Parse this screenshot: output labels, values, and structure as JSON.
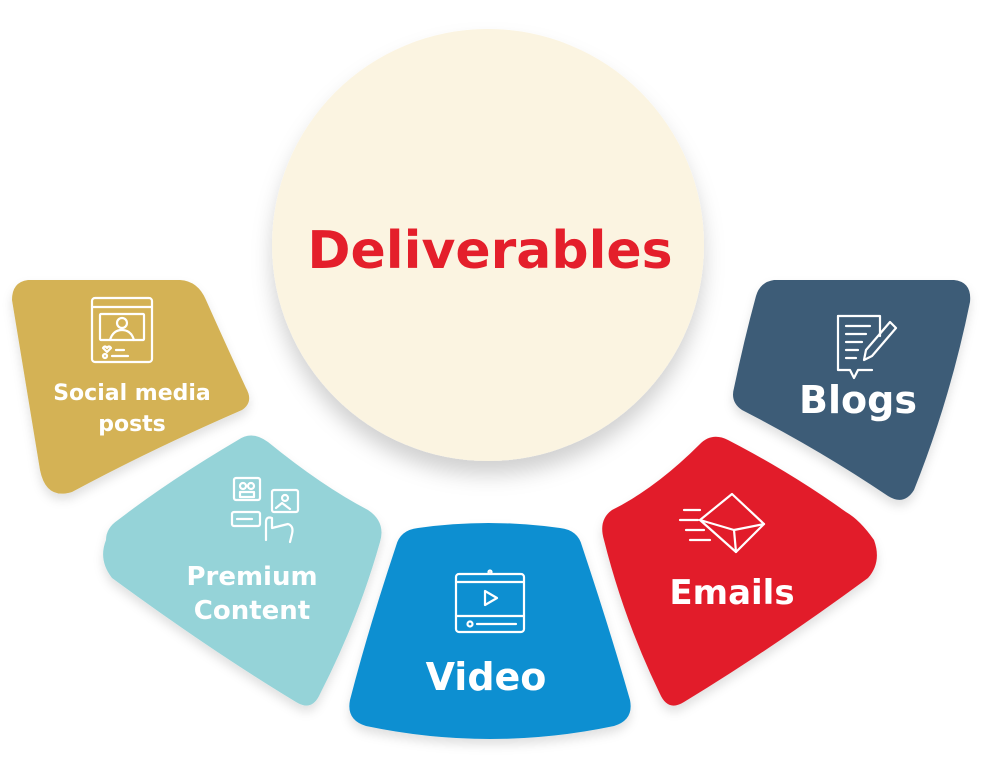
{
  "center": {
    "title": "Deliverables"
  },
  "segments": {
    "social": {
      "label_line1": "Social media",
      "label_line2": "posts",
      "icon": "social-post-icon",
      "color": "#d4b254"
    },
    "premium": {
      "label_line1": "Premium",
      "label_line2": "Content",
      "icon": "premium-content-icon",
      "color": "#95d3d8"
    },
    "video": {
      "label": "Video",
      "icon": "video-player-icon",
      "color": "#0d8fd1"
    },
    "emails": {
      "label": "Emails",
      "icon": "email-envelope-icon",
      "color": "#e21d2b"
    },
    "blogs": {
      "label": "Blogs",
      "icon": "blog-document-icon",
      "color": "#3d5c77"
    }
  },
  "colors": {
    "center_fill": "#fbf4e1",
    "title": "#e41f2b"
  }
}
